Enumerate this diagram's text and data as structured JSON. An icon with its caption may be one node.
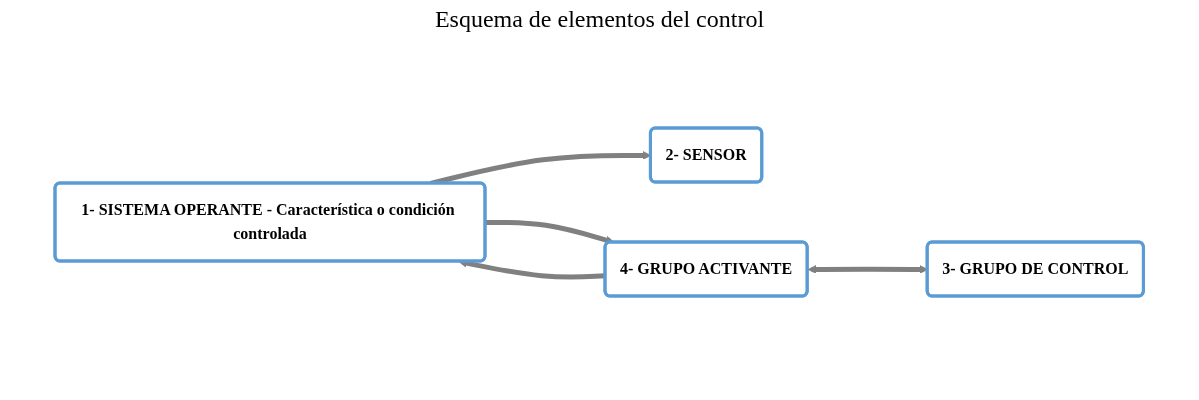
{
  "diagram": {
    "title": "Esquema de elementos del control",
    "nodes": [
      {
        "text": [
          "1- SISTEMA OPERANTE - Característica o condición controlada"
        ]
      },
      {
        "text": [
          "2- SENSOR"
        ]
      },
      {
        "text": [
          "4- GRUPO ACTIVANTE"
        ]
      },
      {
        "text": [
          "3- GRUPO DE CONTROL"
        ]
      }
    ],
    "edges": [
      {
        "from": 0,
        "to": 1,
        "arrow": "to"
      },
      {
        "from": 0,
        "to": 2,
        "arrow": "to"
      },
      {
        "from": 2,
        "to": 0,
        "arrow": "to"
      },
      {
        "from": 2,
        "to": 3,
        "arrow": "both"
      }
    ]
  }
}
